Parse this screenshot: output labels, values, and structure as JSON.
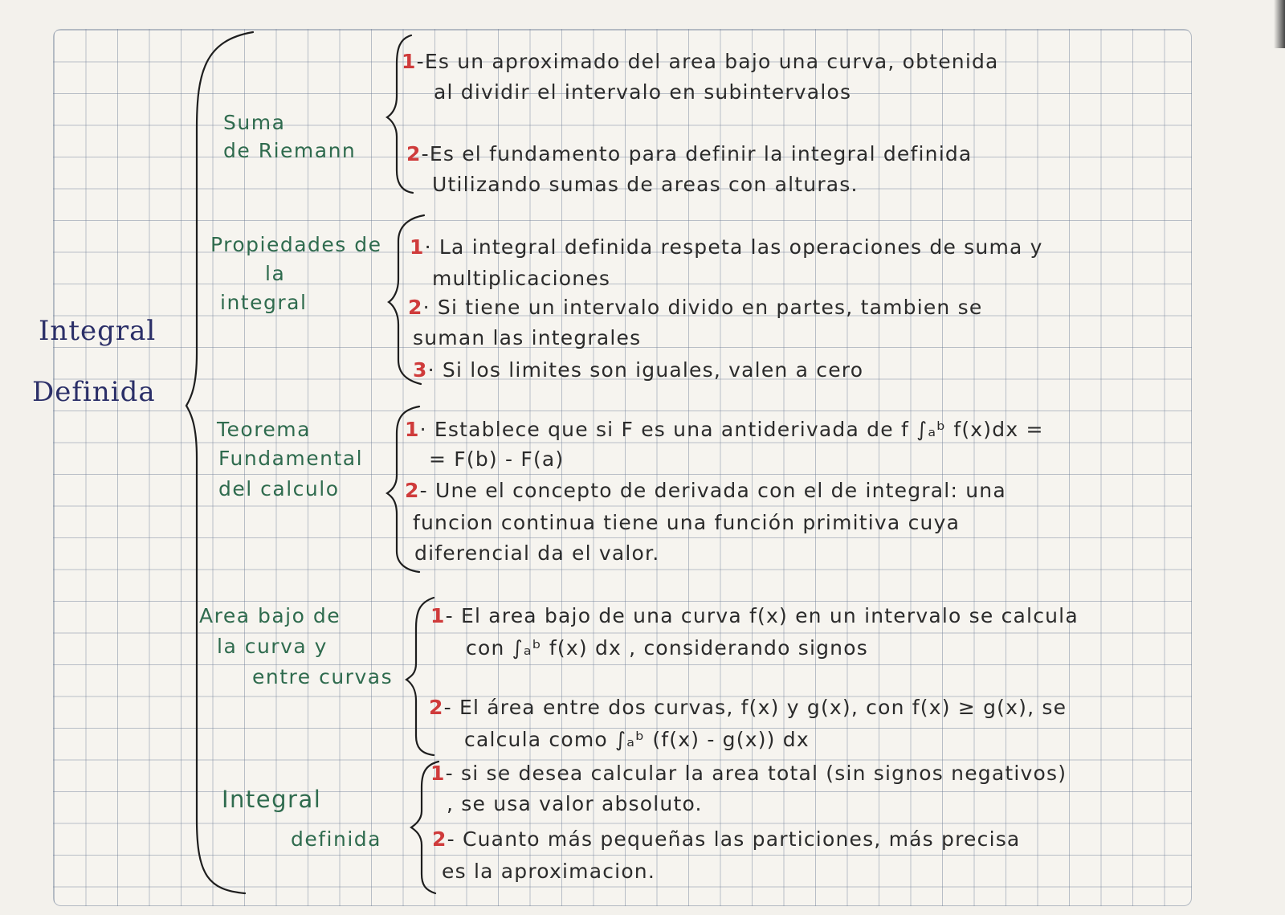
{
  "main_title": {
    "line1": "Integral",
    "line2": "Definida"
  },
  "sections": [
    {
      "title": {
        "l1": "Suma",
        "l2": "de Riemann"
      },
      "items": [
        {
          "num": "1",
          "l1": "-Es un aproximado del area bajo una curva, obtenida",
          "l2": "al dividir el intervalo en subintervalos"
        },
        {
          "num": "2",
          "l1": "-Es el fundamento para definir la integral definida",
          "l2": "Utilizando sumas de areas con alturas."
        }
      ]
    },
    {
      "title": {
        "l1": "Propiedades de",
        "l2": "la",
        "l3": "integral"
      },
      "items": [
        {
          "num": "1",
          "l1": "· La integral definida respeta las operaciones de suma y",
          "l2": "multiplicaciones"
        },
        {
          "num": "2",
          "l1": "· Si tiene un intervalo divido en partes, tambien se",
          "l2": "suman las integrales"
        },
        {
          "num": "3",
          "l1": "· Si los limites son iguales, valen a cero"
        }
      ]
    },
    {
      "title": {
        "l1": "Teorema",
        "l2": "Fundamental",
        "l3": "del calculo"
      },
      "items": [
        {
          "num": "1",
          "l1": "· Establece que si F es una antiderivada de f  ∫ₐᵇ f(x)dx =",
          "l2": "= F(b) - F(a)"
        },
        {
          "num": "2",
          "l1": "- Une el concepto de derivada con el de integral: una",
          "l2": "funcion continua tiene una función primitiva cuya",
          "l3": "diferencial da el valor."
        }
      ]
    },
    {
      "title": {
        "l1": "Area bajo de",
        "l2": "la curva y",
        "l3": "entre curvas"
      },
      "items": [
        {
          "num": "1",
          "l1": "- El area bajo de una curva f(x) en un intervalo se calcula",
          "l2": "con  ∫ₐᵇ f(x) dx , considerando signos"
        },
        {
          "num": "2",
          "l1": "- El área entre dos curvas, f(x) y g(x), con f(x) ≥ g(x), se",
          "l2": "calcula como  ∫ₐᵇ (f(x) - g(x)) dx"
        }
      ]
    },
    {
      "title": {
        "l1": "Integral",
        "l2": "definida"
      },
      "items": [
        {
          "num": "1",
          "l1": "- si se desea calcular la area total (sin signos negativos)",
          "l2": ", se usa valor absoluto."
        },
        {
          "num": "2",
          "l1": "- Cuanto más pequeñas las particiones, más precisa",
          "l2": "es la aproximacion."
        }
      ]
    }
  ]
}
